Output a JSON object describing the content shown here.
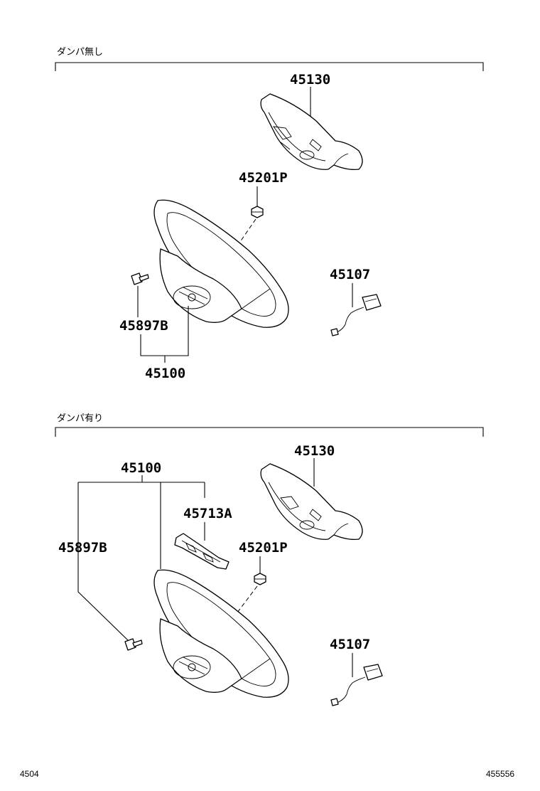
{
  "sections": [
    {
      "title": "ダンパ無し",
      "labels": {
        "pad": "45130",
        "nut": "45201P",
        "harness": "45107",
        "bolt": "45897B",
        "wheel": "45100"
      }
    },
    {
      "title": "ダンパ有り",
      "labels": {
        "wheel": "45100",
        "pad": "45130",
        "damper": "45713A",
        "bolt": "45897B",
        "nut": "45201P",
        "harness": "45107"
      }
    }
  ],
  "footer": {
    "page_left": "4504",
    "page_right": "455556"
  }
}
